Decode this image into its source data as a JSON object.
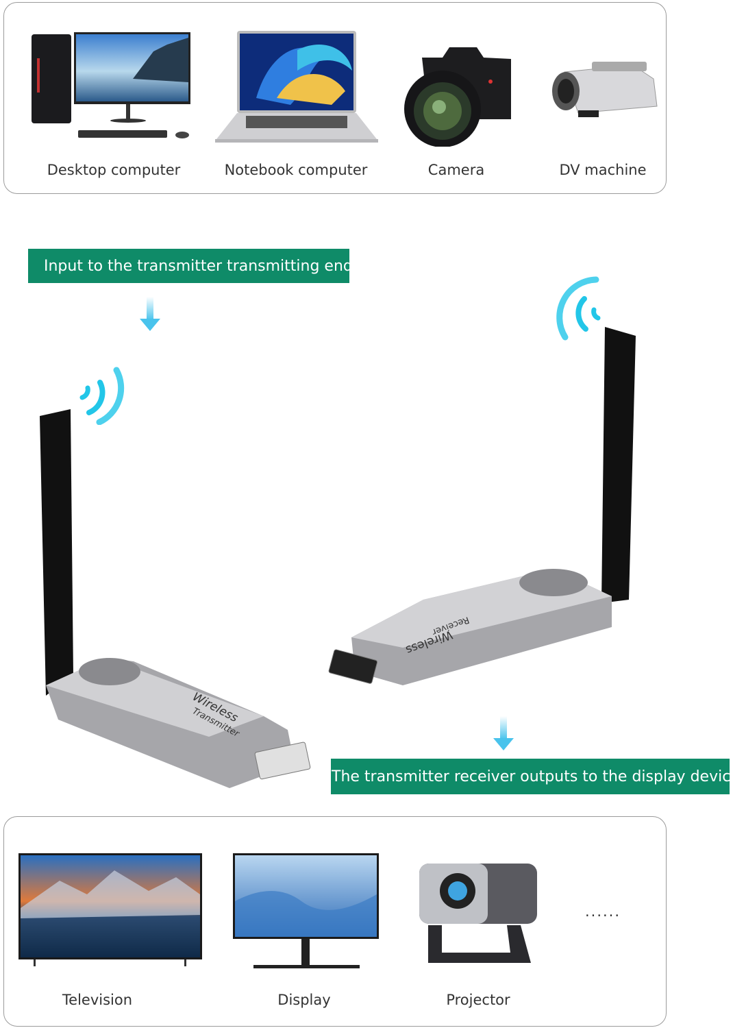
{
  "input_devices": {
    "items": [
      {
        "label": "Desktop computer",
        "icon": "desktop-computer-icon"
      },
      {
        "label": "Notebook computer",
        "icon": "laptop-icon"
      },
      {
        "label": "Camera",
        "icon": "camera-icon"
      },
      {
        "label": "DV machine",
        "icon": "camcorder-icon"
      }
    ]
  },
  "transmitter_tag": {
    "text": "Input to the transmitter transmitting end"
  },
  "receiver_tag": {
    "text": "The transmitter receiver outputs to the display device"
  },
  "transmitter": {
    "brand": "Wireless",
    "model": "Transmitter"
  },
  "receiver": {
    "brand": "Wireless",
    "model": "Receiver"
  },
  "output_devices": {
    "items": [
      {
        "label": "Television",
        "icon": "television-icon"
      },
      {
        "label": "Display",
        "icon": "monitor-icon"
      },
      {
        "label": "Projector",
        "icon": "projector-icon"
      }
    ],
    "more": "......"
  },
  "colors": {
    "tag_green": "#0f8b68",
    "arrow_blue": "#49c3ec",
    "signal_cyan": "#22c6e8"
  }
}
